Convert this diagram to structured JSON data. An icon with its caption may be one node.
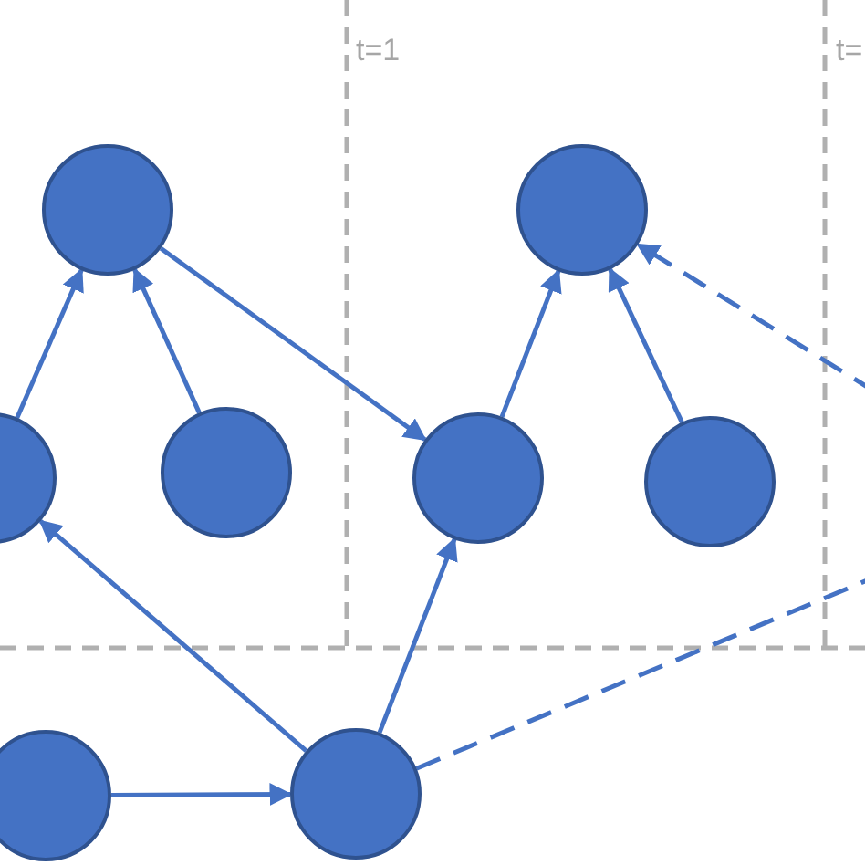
{
  "diagram": {
    "nodes": [
      {
        "text": [],
        "shape": "circle"
      },
      {
        "text": [],
        "shape": "circle"
      },
      {
        "text": [],
        "shape": "circle"
      },
      {
        "text": [],
        "shape": "circle"
      },
      {
        "text": [],
        "shape": "circle"
      },
      {
        "text": [],
        "shape": "circle"
      },
      {
        "text": [],
        "shape": "circle"
      },
      {
        "text": [],
        "shape": "circle"
      }
    ],
    "edges": [
      {
        "from": 1,
        "to": 0,
        "arrow": "to"
      },
      {
        "from": 2,
        "to": 0,
        "arrow": "to"
      },
      {
        "from": 0,
        "to": 4,
        "arrow": "to"
      },
      {
        "from": 4,
        "to": 3,
        "arrow": "to"
      },
      {
        "from": 5,
        "to": 3,
        "arrow": "to"
      },
      {
        "from": null,
        "to": 3,
        "arrow": "to",
        "style": "dashed"
      },
      {
        "from": 7,
        "to": 1,
        "arrow": "to"
      },
      {
        "from": 7,
        "to": 4,
        "arrow": "to"
      },
      {
        "from": 6,
        "to": 7,
        "arrow": "to"
      },
      {
        "from": 7,
        "to": null,
        "arrow": "none",
        "style": "dashed"
      }
    ],
    "labels": [
      "t=1",
      "t="
    ]
  }
}
